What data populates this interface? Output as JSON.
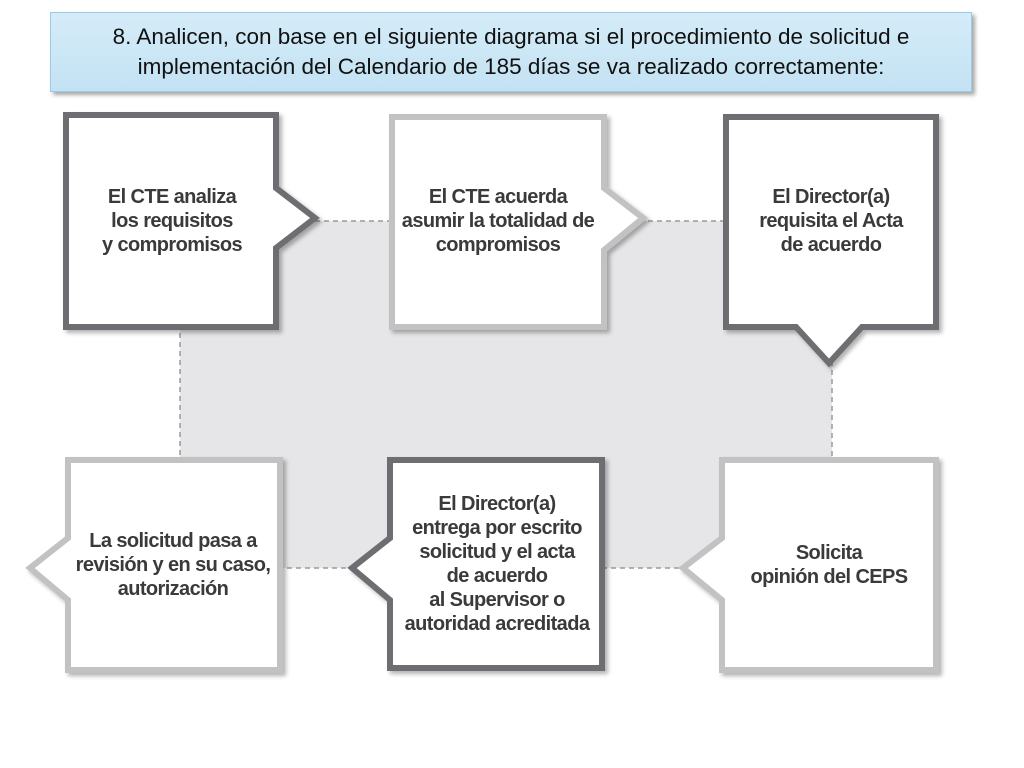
{
  "title": "8. Analicen, con base en el siguiente diagrama si el procedimiento de solicitud e implementación del Calendario de 185 días se va realizado correctamente:",
  "steps": [
    {
      "label": "El CTE analiza\nlos requisitos\ny compromisos"
    },
    {
      "label": "El CTE acuerda\nasumir la totalidad de\ncompromisos"
    },
    {
      "label": "El Director(a)\nrequisita el Acta\nde acuerdo"
    },
    {
      "label": "Solicita\nopinión del CEPS"
    },
    {
      "label": "El Director(a)\nentrega por escrito\nsolicitud y el acta\nde acuerdo\nal Supervisor o\nautoridad acreditada"
    },
    {
      "label": "La solicitud pasa a\nrevisión y en su caso,\nautorización"
    }
  ],
  "colors": {
    "box_border": "#6e6e72",
    "box_light_border": "#c2c2c2",
    "center_fill": "#e6e6e8",
    "dashed_line": "#9a9a9a",
    "title_fill": "#cde8f6"
  }
}
